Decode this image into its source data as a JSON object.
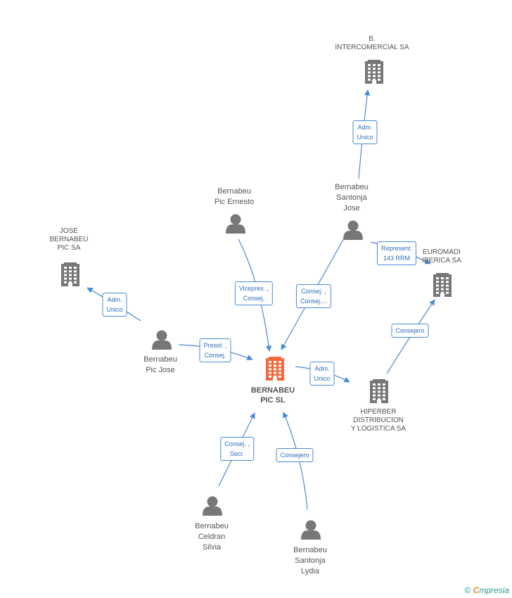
{
  "colors": {
    "edge": "#4a8bd6",
    "node": "#777777",
    "center": "#f26a3c"
  },
  "nodes": {
    "center": {
      "lines": [
        "BERNABEU",
        "PIC SL"
      ],
      "kind": "company-main"
    },
    "b_inter": {
      "lines": [
        "B.",
        "INTERCOMERCIAL SA"
      ],
      "kind": "company"
    },
    "jose_sa": {
      "lines": [
        "JOSE",
        "BERNABEU",
        "PIC SA"
      ],
      "kind": "company"
    },
    "euromadi": {
      "lines": [
        "EUROMADI",
        "IBERICA SA"
      ],
      "kind": "company"
    },
    "hiperber": {
      "lines": [
        "HIPERBER",
        "DISTRIBUCION",
        "Y LOGISTICA SA"
      ],
      "kind": "company"
    },
    "ernesto": {
      "lines": [
        "Bernabeu",
        "Pic Ernesto"
      ],
      "kind": "person"
    },
    "sjose": {
      "lines": [
        "Bernabeu",
        "Santonja",
        "Jose"
      ],
      "kind": "person"
    },
    "picjose": {
      "lines": [
        "Bernabeu",
        "Pic Jose"
      ],
      "kind": "person"
    },
    "silvia": {
      "lines": [
        "Bernabeu",
        "Celdran",
        "Silvia"
      ],
      "kind": "person"
    },
    "lydia": {
      "lines": [
        "Bernabeu",
        "Santonja",
        "Lydia"
      ],
      "kind": "person"
    }
  },
  "edges": [
    {
      "from": "sjose",
      "to": "b_inter",
      "lines": [
        "Adm.",
        "Unico"
      ]
    },
    {
      "from": "ernesto",
      "to": "center",
      "lines": [
        "Vicepres. ,",
        "Consej."
      ]
    },
    {
      "from": "sjose",
      "to": "center",
      "lines": [
        "Consej. ,",
        "Consej...."
      ]
    },
    {
      "from": "sjose",
      "to": "euromadi",
      "lines": [
        "Represent.",
        "143 RRM"
      ]
    },
    {
      "from": "picjose",
      "to": "jose_sa",
      "lines": [
        "Adm.",
        "Unico"
      ]
    },
    {
      "from": "picjose",
      "to": "center",
      "lines": [
        "Presid. ,",
        "Consej."
      ]
    },
    {
      "from": "center",
      "to": "hiperber",
      "lines": [
        "Adm.",
        "Unico"
      ]
    },
    {
      "from": "hiperber",
      "to": "euromadi",
      "lines": [
        "Consejero"
      ]
    },
    {
      "from": "silvia",
      "to": "center",
      "lines": [
        "Consej. ,",
        "Secr."
      ]
    },
    {
      "from": "lydia",
      "to": "center",
      "lines": [
        "Consejero"
      ]
    }
  ],
  "footer": {
    "copyright": "©",
    "brand_e": "C",
    "brand_rest": "mpresia"
  }
}
